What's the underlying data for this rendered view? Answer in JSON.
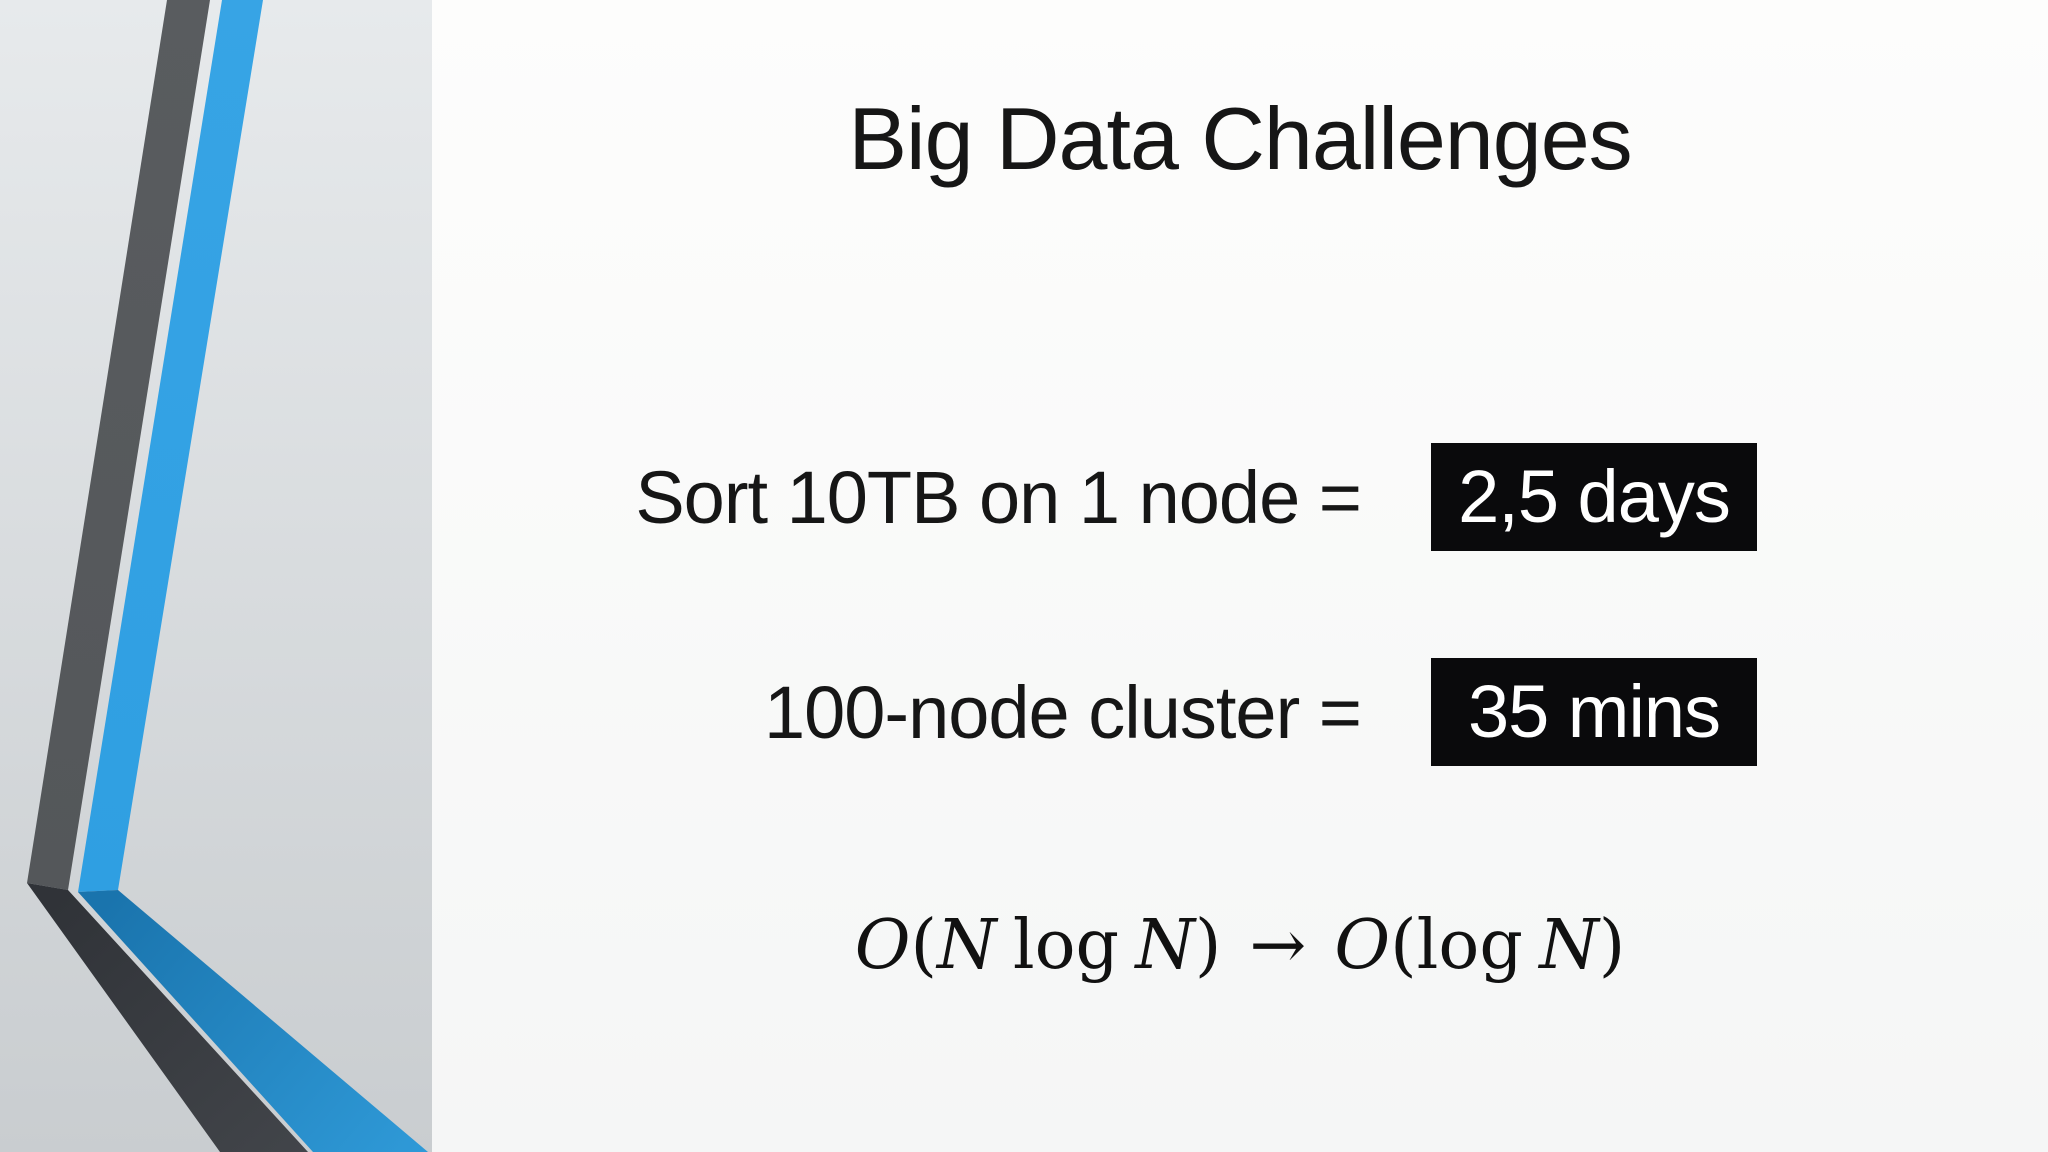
{
  "slide": {
    "title": "Big Data Challenges",
    "rows": [
      {
        "label": "Sort 10TB on 1 node =",
        "value": "2,5 days"
      },
      {
        "label": "100-node cluster =",
        "value": "35 mins"
      }
    ],
    "formula": {
      "o1": "O",
      "p1": "(",
      "n1": "N",
      "log1": "log",
      "n2": "N",
      "p2": ")",
      "arrow": "→",
      "o2": "O",
      "p3": "(",
      "log2": "log",
      "n3": "N",
      "p4": ")"
    }
  },
  "decoration": {
    "description": "folded ribbon stripes, dark gray and blue, bending near bottom left"
  },
  "colors": {
    "accent_blue": "#2f9fe2",
    "accent_blue_deep": "#1a74ad",
    "ribbon_gray": "#54575a",
    "ribbon_gray_deep": "#303338",
    "panel_top": "#e7eaec",
    "panel_bottom": "#c9cdd0",
    "slide_bg": "#fdfdfc",
    "badge_bg": "#0a0a0c",
    "badge_text": "#ffffff",
    "text": "#161616"
  }
}
